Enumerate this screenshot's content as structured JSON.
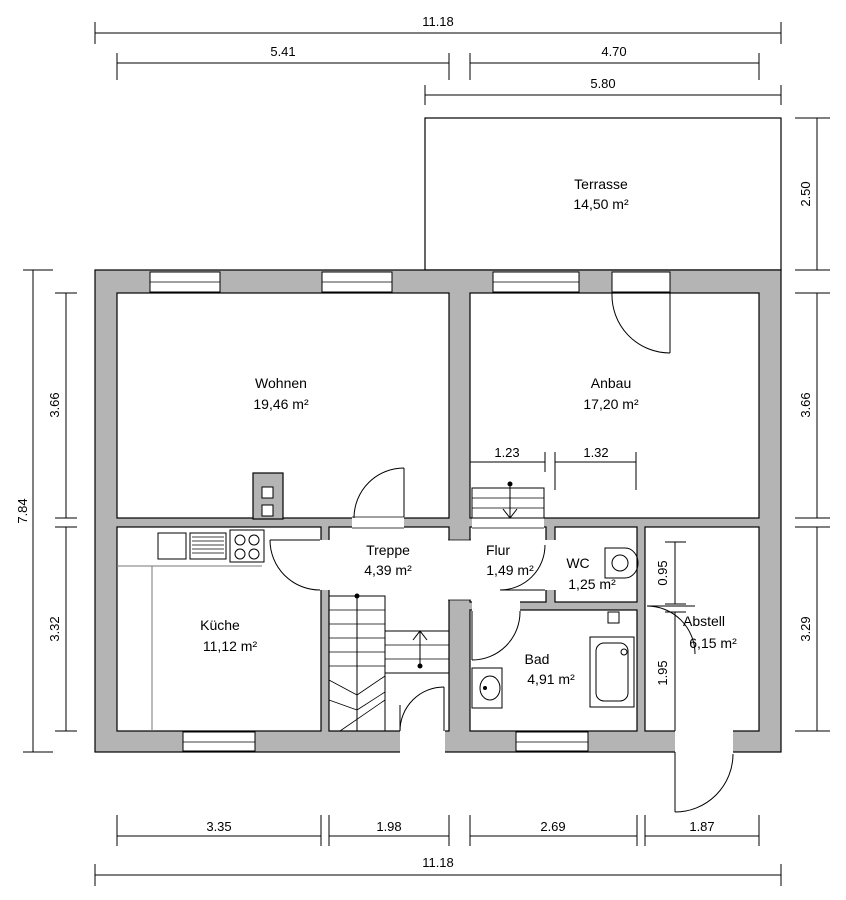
{
  "rooms": {
    "terrasse": {
      "name": "Terrasse",
      "area": "14,50 m²"
    },
    "wohnen": {
      "name": "Wohnen",
      "area": "19,46 m²"
    },
    "anbau": {
      "name": "Anbau",
      "area": "17,20 m²"
    },
    "treppe": {
      "name": "Treppe",
      "area": "4,39 m²"
    },
    "flur": {
      "name": "Flur",
      "area": "1,49 m²"
    },
    "wc": {
      "name": "WC",
      "area": "1,25 m²"
    },
    "kueche": {
      "name": "Küche",
      "area": "11,12 m²"
    },
    "bad": {
      "name": "Bad",
      "area": "4,91 m²"
    },
    "abstell": {
      "name": "Abstell",
      "area": "6,15 m²"
    }
  },
  "dimensions": {
    "top_total": "11.18",
    "top_left": "5.41",
    "top_right": "4.70",
    "terrace_width": "5.80",
    "terrace_depth": "2.50",
    "left_total": "7.84",
    "left_upper": "3.66",
    "left_lower": "3.32",
    "right_upper": "3.66",
    "right_lower": "3.29",
    "anbau_inner_left": "1.23",
    "anbau_inner_right": "1.32",
    "abstell_upper": "0.95",
    "abstell_lower": "1.95",
    "bottom_1": "3.35",
    "bottom_2": "1.98",
    "bottom_3": "2.69",
    "bottom_4": "1.87",
    "bottom_total": "11.18"
  }
}
